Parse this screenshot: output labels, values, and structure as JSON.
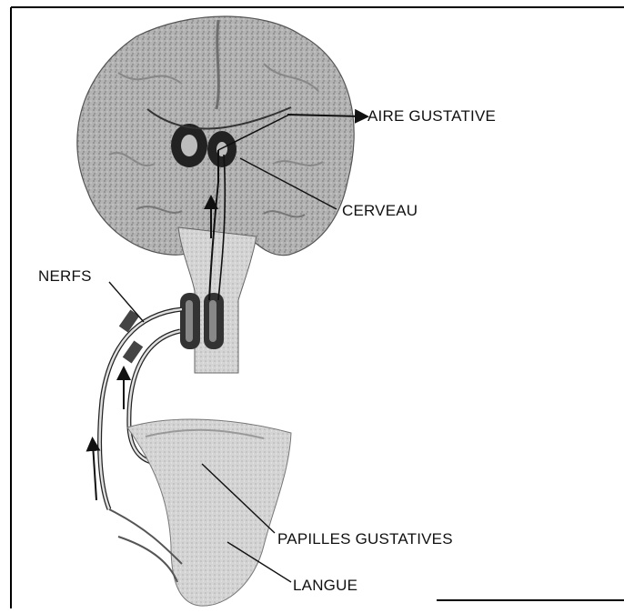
{
  "labels": {
    "aire_gustative": "AIRE GUSTATIVE",
    "cerveau": "CERVEAU",
    "nerfs": "NERFS",
    "papilles": "PAPILLES GUSTATIVES",
    "langue": "LANGUE"
  },
  "colors": {
    "brain_fill": "#a9a9a9",
    "stem_fill": "#bdbdbd",
    "tongue_fill": "#d2d2d2",
    "ink": "#111111"
  }
}
